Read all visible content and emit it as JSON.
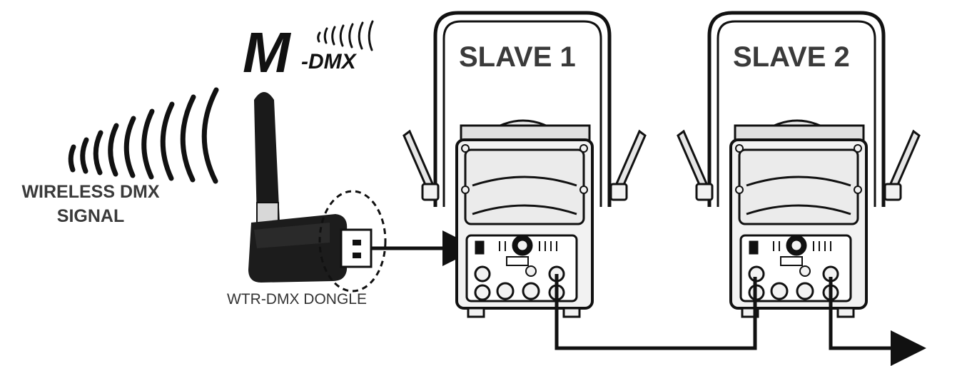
{
  "signal": {
    "line1": "WIRELESS DMX",
    "line2": "SIGNAL"
  },
  "brand": {
    "letter": "M",
    "suffix": "-DMX"
  },
  "dongle": {
    "label": "WTR-DMX DONGLE"
  },
  "slaves": [
    {
      "title": "SLAVE 1"
    },
    {
      "title": "SLAVE 2"
    }
  ],
  "colors": {
    "ink": "#111111",
    "label": "#3a3a3a",
    "body": "#f2f2f2"
  },
  "icons": [
    "wireless-signal-icon",
    "usb-dongle-icon",
    "arrow-icon"
  ]
}
